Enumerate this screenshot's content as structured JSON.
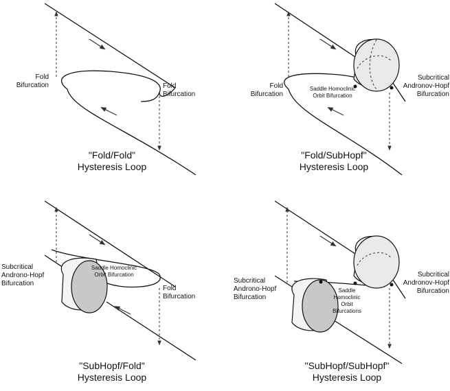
{
  "panels": {
    "fold_fold": {
      "left_label": [
        "Fold",
        "Bifurcation"
      ],
      "right_label": [
        "Fold",
        "Bifurcation"
      ],
      "caption": [
        "\"Fold/Fold\"",
        "Hysteresis Loop"
      ]
    },
    "fold_subhopf": {
      "left_label": [
        "Fold",
        "Bifurcation"
      ],
      "middle_label": [
        "Saddle Homoclinic",
        "Orbit Bifurcation"
      ],
      "right_label": [
        "Subcritical",
        "Andronov-Hopf",
        "Bifurcation"
      ],
      "caption": [
        "\"Fold/SubHopf\"",
        "Hysteresis Loop"
      ]
    },
    "subhopf_fold": {
      "left_label": [
        "Subcritical",
        "Androno-Hopf",
        "Bifurcation"
      ],
      "middle_label": [
        "Saddle Homoclinic",
        "Orbit Bifurcation"
      ],
      "right_label": [
        "Fold",
        "Bifurcation"
      ],
      "caption": [
        "\"SubHopf/Fold\"",
        "Hysteresis Loop"
      ]
    },
    "subhopf_subhopf": {
      "left_label": [
        "Subcritical",
        "Androno-Hopf",
        "Bifurcation"
      ],
      "middle_label": [
        "Saddle",
        "Homoclinic",
        "Orbit",
        "Bifurcations"
      ],
      "right_label": [
        "Subcritical",
        "Andronov-Hopf",
        "Bifurcation"
      ],
      "caption": [
        "\"SubHopf/SubHopf\"",
        "Hysteresis Loop"
      ]
    }
  }
}
